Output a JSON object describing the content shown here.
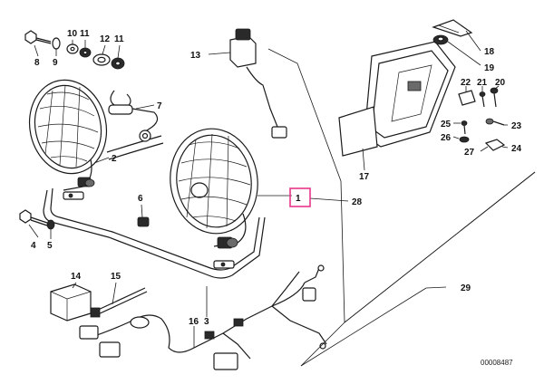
{
  "diagram": {
    "callouts": {
      "c1": "1",
      "c2": "2",
      "c3": "3",
      "c4": "4",
      "c5": "5",
      "c6": "6",
      "c7": "7",
      "c8": "8",
      "c9": "9",
      "c10": "10",
      "c11a": "11",
      "c11b": "11",
      "c12": "12",
      "c13": "13",
      "c14": "14",
      "c15": "15",
      "c16": "16",
      "c17": "17",
      "c18": "18",
      "c19": "19",
      "c20": "20",
      "c21": "21",
      "c22": "22",
      "c23": "23",
      "c24": "24",
      "c25": "25",
      "c26": "26",
      "c27": "27",
      "c28": "28",
      "c29": "29"
    },
    "catalog_number": "00008487",
    "highlight_color": "#e8358a",
    "ink_color": "#1a1a1a"
  }
}
